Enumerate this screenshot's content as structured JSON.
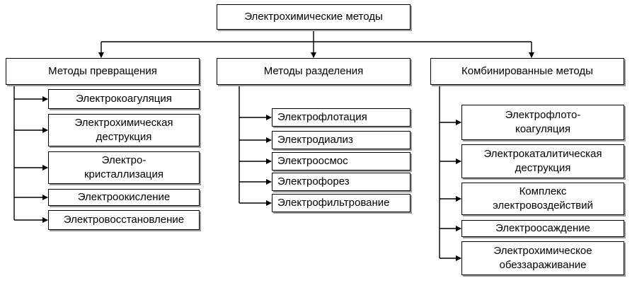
{
  "root": {
    "label": "Электрохимические методы"
  },
  "columns": [
    {
      "header": "Методы превращения",
      "items": [
        [
          "Электрокоагуляция"
        ],
        [
          "Электрохимическая",
          "деструкция"
        ],
        [
          "Электро-",
          "кристаллизация"
        ],
        [
          "Электроокисление"
        ],
        [
          "Электровосстановление"
        ]
      ]
    },
    {
      "header": "Методы разделения",
      "items": [
        [
          "Электрофлотация"
        ],
        [
          "Электродиализ"
        ],
        [
          "Электроосмос"
        ],
        [
          "Электрофорез"
        ],
        [
          "Электрофильтрование"
        ]
      ]
    },
    {
      "header": "Комбинированные методы",
      "items": [
        [
          "Электрофлото-",
          "коагуляция"
        ],
        [
          "Электрокаталитическая",
          "деструкция"
        ],
        [
          "Комплекс",
          "электровоздействий"
        ],
        [
          "Электроосаждение"
        ],
        [
          "Электрохимическое",
          "обеззараживание"
        ]
      ]
    }
  ]
}
